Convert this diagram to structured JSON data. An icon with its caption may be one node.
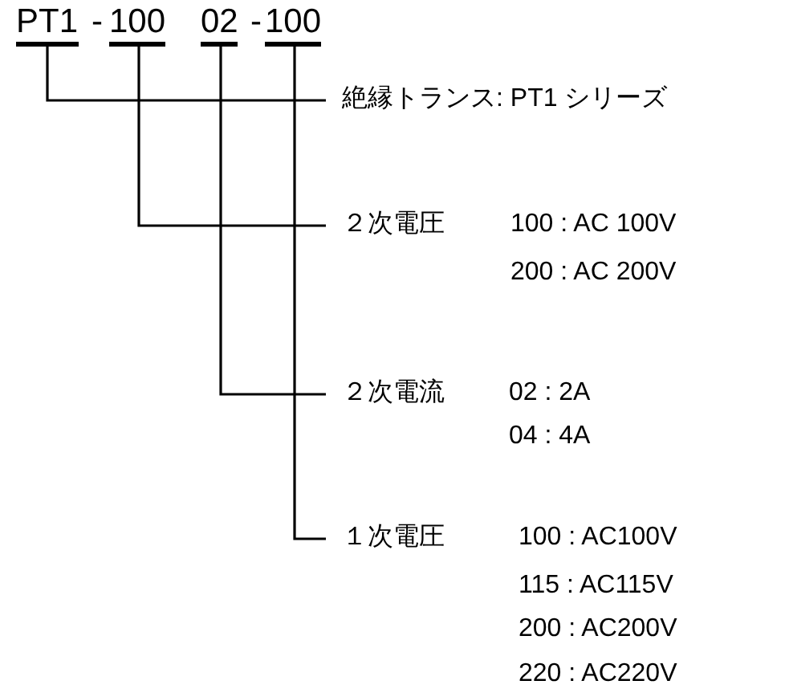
{
  "diagram": {
    "nodes": [
      {
        "text": [
          "PT1"
        ]
      },
      {
        "text": [
          "100"
        ]
      },
      {
        "text": [
          "02"
        ]
      },
      {
        "text": [
          "100"
        ]
      },
      {
        "text": [
          "絶縁トランス: PT1 シリーズ"
        ]
      },
      {
        "text": [
          "２次電圧",
          "100 : AC 100V",
          "200 : AC 200V"
        ]
      },
      {
        "text": [
          "２次電流",
          "02 : 2A",
          "04 : 4A"
        ]
      },
      {
        "text": [
          "１次電圧",
          "100 : AC100V",
          "115 : AC115V",
          "200 : AC200V",
          "220 : AC220V"
        ]
      }
    ],
    "edges": [
      {
        "from": 0,
        "to": 4,
        "arrow": "none"
      },
      {
        "from": 1,
        "to": 5,
        "arrow": "none"
      },
      {
        "from": 2,
        "to": 6,
        "arrow": "none"
      },
      {
        "from": 3,
        "to": 7,
        "arrow": "none"
      }
    ],
    "labels": [
      "-",
      "-"
    ]
  }
}
